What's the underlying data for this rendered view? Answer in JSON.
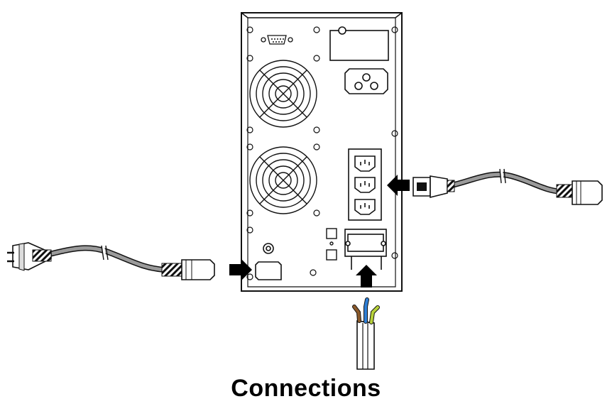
{
  "caption": "Connections",
  "colors": {
    "line": "#111111",
    "cable_gray": "#9a9a9a",
    "arrow": "#000000",
    "wire_brown": "#8b5a2b",
    "wire_blue": "#2f7fd6",
    "wire_green_yellow": "#b7d13a",
    "wire_white": "#ffffff"
  },
  "parts": [
    "ups-rear-panel",
    "cooling-fan-upper",
    "cooling-fan-lower",
    "rs232-port",
    "battery-connector",
    "output-socket-1",
    "output-socket-2",
    "output-socket-3",
    "input-socket",
    "hardwire-terminal-block",
    "schuko-power-cord",
    "iec-output-cord",
    "hardwire-cable"
  ]
}
